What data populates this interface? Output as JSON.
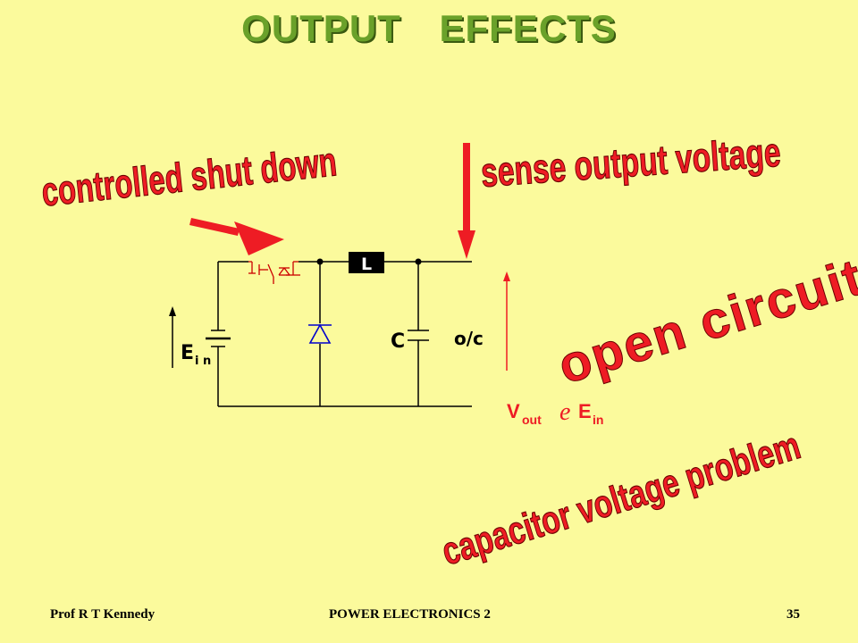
{
  "slide": {
    "title": "OUTPUT EFFECTS",
    "footer_left": "Prof R T Kennedy",
    "footer_center": "POWER ELECTRONICS 2",
    "footer_right": "35"
  },
  "circuit": {
    "inductor_label": "L",
    "capacitor_label": "C",
    "input_label_main": "E",
    "input_label_sub": "i n",
    "open_circuit_label": "o/c",
    "vout_main": "V",
    "vout_sub": "out",
    "vout_symbol": "e",
    "ein_main": "E",
    "ein_sub": "in"
  },
  "annotations": {
    "controlled_shut_down": "controlled shut down",
    "sense_output_voltage": "sense output voltage",
    "open_circuit": "open circuit",
    "capacitor_voltage_problem": "capacitor voltage problem"
  },
  "colors": {
    "background": "#fbfa9c",
    "title": "#6aa12a",
    "annotation": "#ee1c24",
    "wire": "#000000",
    "diode": "#0000cc",
    "switch": "#cc0000"
  }
}
